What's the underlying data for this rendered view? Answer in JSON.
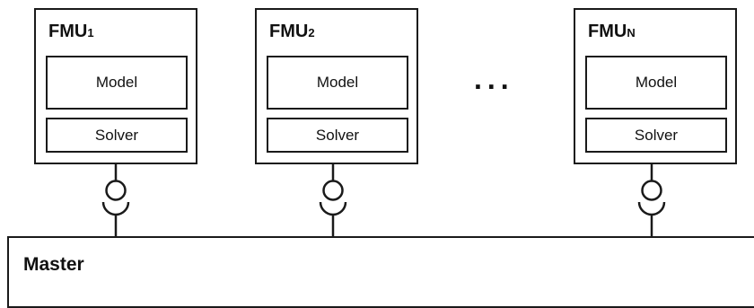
{
  "fmus": [
    {
      "name_main": "FMU",
      "name_sub": "1",
      "model_label": "Model",
      "solver_label": "Solver"
    },
    {
      "name_main": "FMU",
      "name_sub": "2",
      "model_label": "Model",
      "solver_label": "Solver"
    },
    {
      "name_main": "FMU",
      "name_sub": "N",
      "model_label": "Model",
      "solver_label": "Solver"
    }
  ],
  "ellipsis": "...",
  "master": {
    "label": "Master"
  }
}
